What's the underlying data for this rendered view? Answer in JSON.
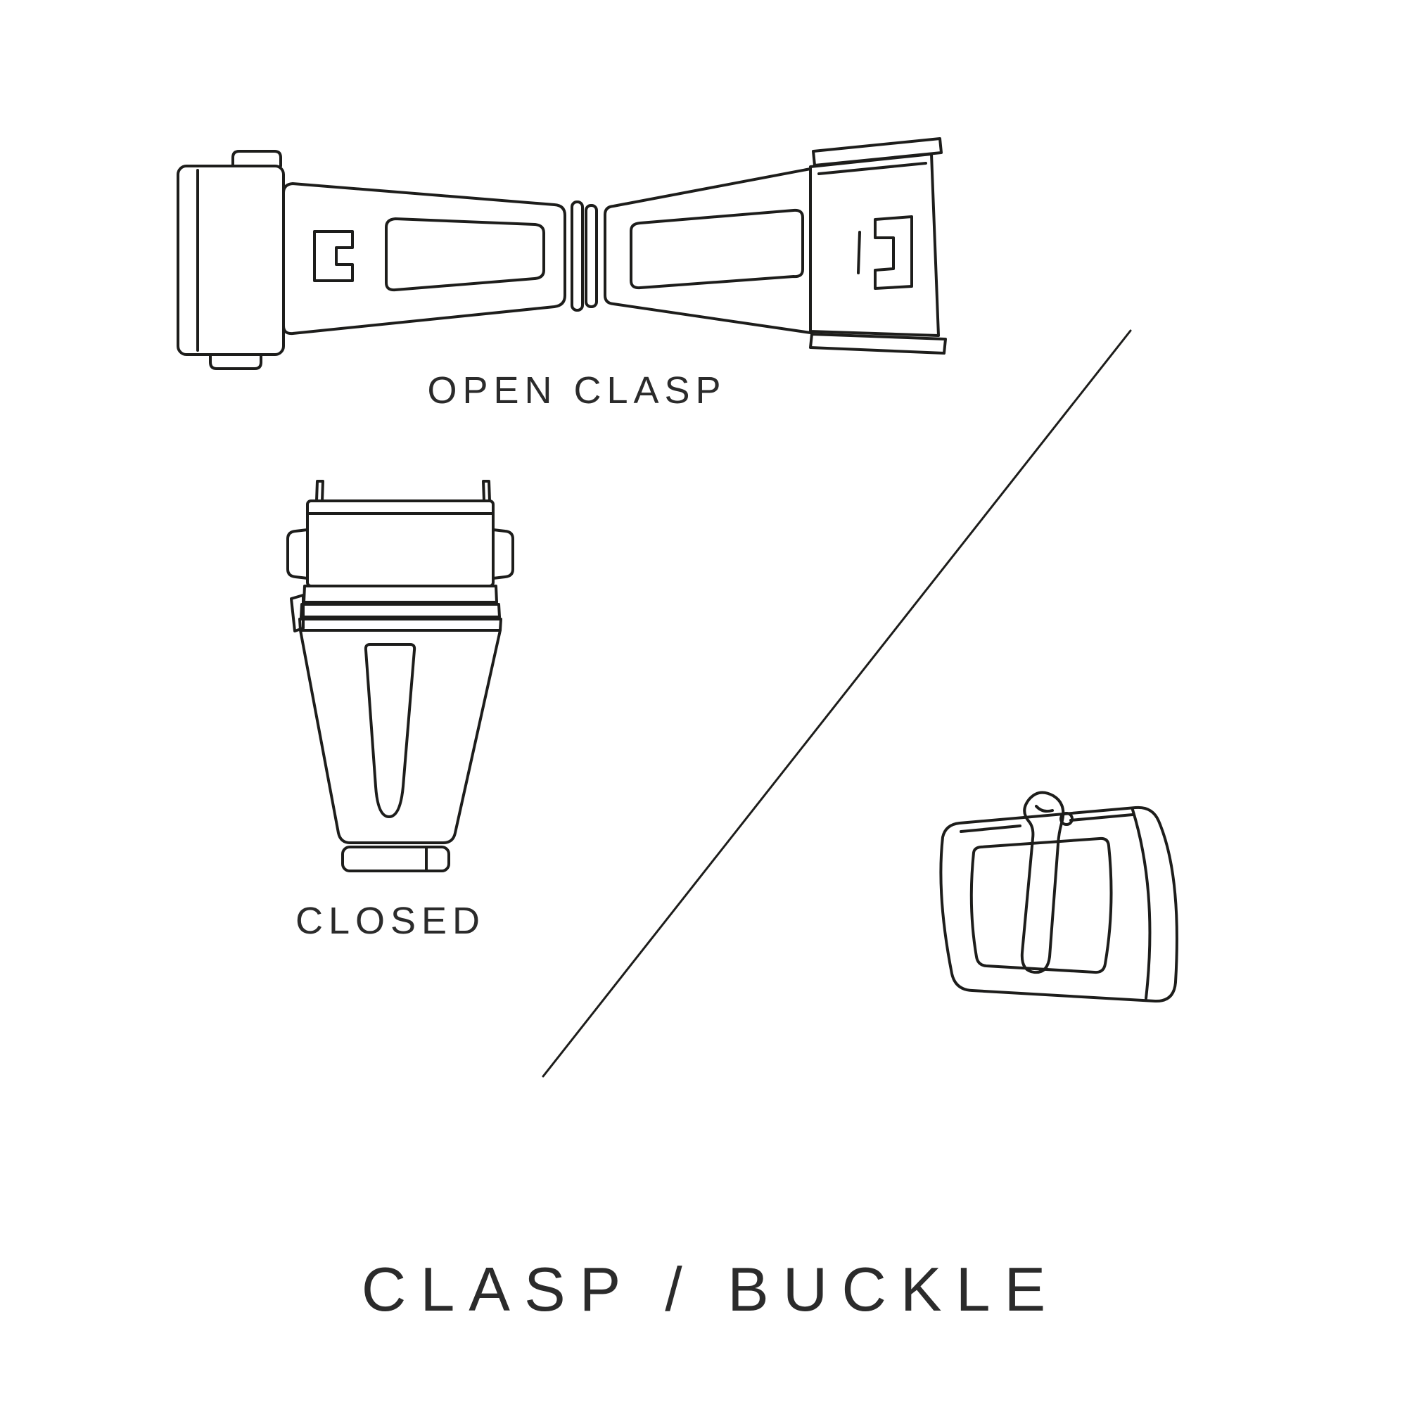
{
  "colors": {
    "background": "#ffffff",
    "ink": "#1d1d1b",
    "text": "#2b2b2b"
  },
  "labels": {
    "open_clasp": "OPEN CLASP",
    "closed": "CLOSED",
    "title": "CLASP / BUCKLE"
  },
  "illustrations": [
    {
      "name": "open-clasp-illustration",
      "caption": "OPEN CLASP"
    },
    {
      "name": "closed-clasp-illustration",
      "caption": "CLOSED"
    },
    {
      "name": "buckle-illustration",
      "caption": ""
    }
  ]
}
